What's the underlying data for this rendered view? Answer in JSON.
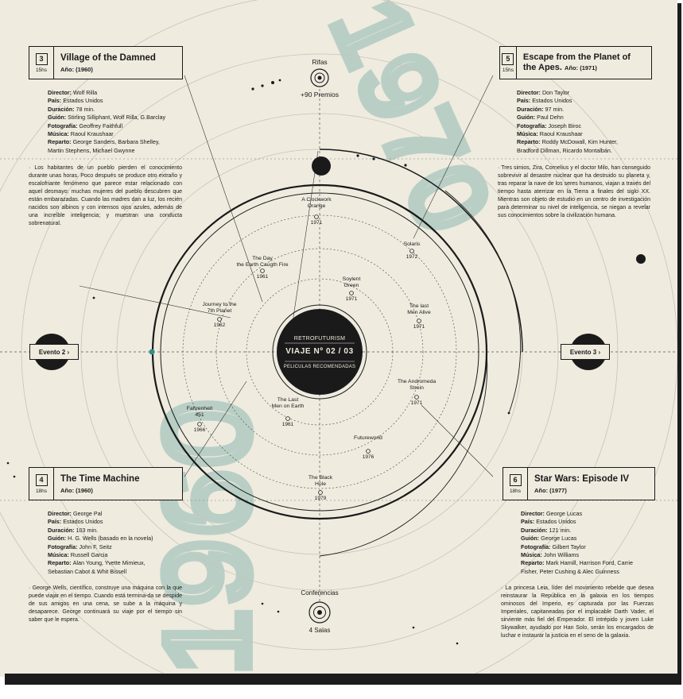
{
  "center": {
    "line1": "RETROFUTURISM",
    "line2": "VIAJE Nº 02 / 03",
    "line3": "PELICULAS RECOMENDADAS"
  },
  "big_year_vertical": "1960",
  "big_year_diagonal": "1970",
  "top_node": {
    "label": "Rifas",
    "sub": "+90 Premios"
  },
  "bottom_node": {
    "label": "Conferencias",
    "sub": "4 Salas"
  },
  "events": {
    "left": "Evento 2 ›",
    "right": "Evento 3 ›"
  },
  "films": [
    {
      "title": "A Clockwork\nOrange",
      "year": "1971"
    },
    {
      "title": "Solaris",
      "year": "1972"
    },
    {
      "title": "The Day\nthe Earth Caugth Fire",
      "year": "1961"
    },
    {
      "title": "Soylent\nGreen",
      "year": "1971"
    },
    {
      "title": "Journey to the\n7th Planet",
      "year": "1962"
    },
    {
      "title": "The last\nMen Alive",
      "year": "1971"
    },
    {
      "title": "The Andromeda\nStrein",
      "year": "1971"
    },
    {
      "title": "Fahrenheit\n451",
      "year": "1966"
    },
    {
      "title": "The Last\nMen on Earth",
      "year": "1961"
    },
    {
      "title": "Futureworld",
      "year": "1976"
    },
    {
      "title": "The Black\nHole",
      "year": "1979"
    }
  ],
  "cards": {
    "c3": {
      "number": "3",
      "hours": "15hs",
      "title": "Village of the Damned",
      "year": "Año: (1960)",
      "credits": [
        [
          "Director:",
          "Wolf Rilla"
        ],
        [
          "País:",
          "Estados Unidos"
        ],
        [
          "Duración:",
          "78 min."
        ],
        [
          "Guión:",
          "Stirling Silliphant, Wolf Rilla, G.Barclay"
        ],
        [
          "Fotografía:",
          "Geoffrey Faithfull"
        ],
        [
          "Música:",
          "Raoul Kraushaar"
        ],
        [
          "Reparto:",
          "George Sanders, Barbara Shelley,"
        ],
        [
          "",
          "Martin Stephens, Michael Gwynne"
        ]
      ],
      "synopsis": "· Los habitantes de un pueblo pierden el conocimiento durante unas horas. Poco después se produce otro extraño y escalofriante fenómeno que parece estar relacionado con aquel desmayo: muchas mujeres del pueblo descubren que están embarazadas. Cuando las madres dan a luz, los recién nacidos son albinos y con intensos ojos azules, además de una increíble inteligencia; y muestran una conducta sobrenatural."
    },
    "c5": {
      "number": "5",
      "hours": "15hs",
      "title": "Escape from the Planet of the Apes.",
      "year": "Año: (1971)",
      "credits": [
        [
          "Director:",
          "Don Taylor"
        ],
        [
          "País:",
          "Estados Unidos"
        ],
        [
          "Duración:",
          "97 min."
        ],
        [
          "Guión:",
          "Paul Dehn"
        ],
        [
          "Fotografía:",
          "Joseph Biroc"
        ],
        [
          "Música:",
          "Raoul Kraushaar"
        ],
        [
          "Reparto:",
          "Roddy McDowall, Kim Hunter,"
        ],
        [
          "",
          "Bradford Dillman, Ricardo Montalbán."
        ]
      ],
      "synopsis": "· Tres simios, Zira, Cornelius y el doctor Milo, han conseguido sobrevivir al desastre nuclear que ha destruido su planeta y, tras reparar la nave de los seres humanos, viajan a través del tiempo hasta aterrizar en la Tierra a finales del siglo XX. Mientras son objeto de estudio en un centro de investigación para determinar su nivel de inteligencia, se niegan a revelar sus conocimientos sobre la civilización humana."
    },
    "c4": {
      "number": "4",
      "hours": "18hs",
      "title": "The Time Machine",
      "year": "Año: (1960)",
      "credits": [
        [
          "Director:",
          "George Pal"
        ],
        [
          "País:",
          "Estados Unidos"
        ],
        [
          "Duración:",
          "103 min."
        ],
        [
          "Guión:",
          "H. G. Wells (basado en la novela)"
        ],
        [
          "Fotografía:",
          "John F. Seitz"
        ],
        [
          "Música:",
          "Russell Garcia"
        ],
        [
          "Reparto:",
          "Alan Young, Yvette Mimieux,"
        ],
        [
          "",
          "Sebastian Cabot & Whit Bissell"
        ]
      ],
      "synopsis": "· George Wells, científico, construye una máquina con la que puede viajar en el tiempo. Cuando está termina-da se despide de sus amigos en una cena, se sube a la máquina y desaparece. George continuará su viaje por el tiempo sin saber que le espera."
    },
    "c6": {
      "number": "6",
      "hours": "18hs",
      "title": "Star Wars: Episode IV",
      "year": "Año: (1977)",
      "credits": [
        [
          "Director:",
          "George Lucas"
        ],
        [
          "País:",
          "Estados Unidos"
        ],
        [
          "Duración:",
          "121 min."
        ],
        [
          "Guión:",
          "George Lucas"
        ],
        [
          "Fotografía:",
          "Gilbert Taylor"
        ],
        [
          "Música:",
          "John Williams"
        ],
        [
          "Reparto:",
          "Mark Hamill, Harrison Ford, Carrie"
        ],
        [
          "",
          "Fisher, Peter Cushing & Alec Guinness"
        ]
      ],
      "synopsis": "· La princesa Leia, líder del movimiento rebelde que desea reinstaurar la República en la galaxia en los tiempos ominosos del Imperio, es capturada por las Fuerzas Imperiales, capitaneadas por el implacable Darth Vader, el sirviente más fiel del Emperador. El intrépido y joven Luke Skywalker, ayudado por Han Solo, serán los encargados de luchar e instaurar la justicia en el seno de la galaxia."
    }
  },
  "colors": {
    "background": "#efebdf",
    "ink": "#1a1a1a",
    "year_tint": "#b9cfc6",
    "accent_dot": "#2f8f8a"
  },
  "icons": [
    "target-node-icon",
    "planet-icon",
    "orbit-dot-icon"
  ]
}
